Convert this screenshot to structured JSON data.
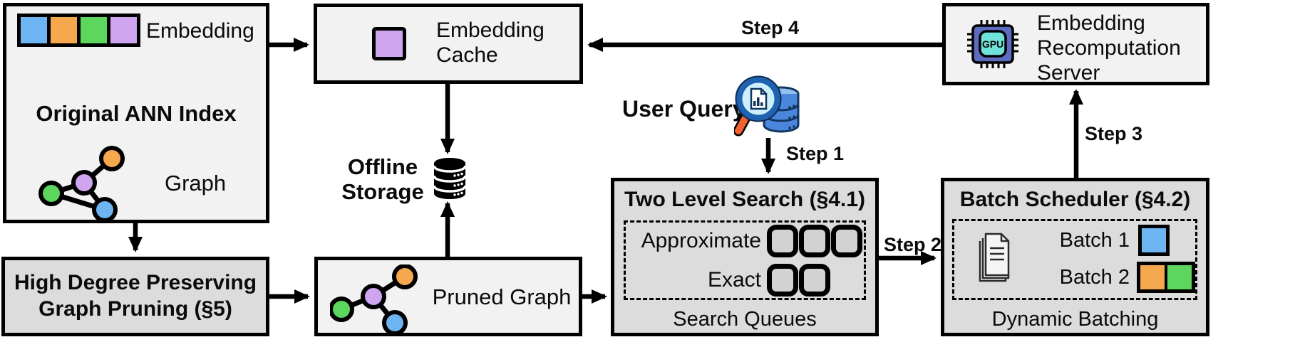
{
  "palette": {
    "blue": "#6db5f2",
    "orange": "#f6a84e",
    "green": "#5cd65c",
    "purple": "#cfa5ef",
    "box_light": "#f2f2f2",
    "box_gray": "#dcdcdc",
    "gpu_body": "#5d6cc0",
    "gpu_core": "#6fe3da",
    "magnifier_handle": "#f2622e",
    "query_db_blue": "#4a86dc"
  },
  "original_ann_index": {
    "title": "Original ANN Index",
    "embedding_label": "Embedding",
    "graph_label": "Graph"
  },
  "embedding_cache": {
    "label": "Embedding Cache"
  },
  "offline_storage": {
    "label": "Offline Storage"
  },
  "user_query": {
    "label": "User Query"
  },
  "recomputation_server": {
    "label": "Embedding Recomputation Server",
    "gpu_chip_label": "GPU"
  },
  "graph_pruning": {
    "label": "High Degree Preserving Graph Pruning (§5)"
  },
  "pruned_graph": {
    "label": "Pruned Graph"
  },
  "two_level_search": {
    "title": "Two Level Search (§4.1)",
    "row1_label": "Approximate",
    "row1_queue_count": 3,
    "row2_label": "Exact",
    "row2_queue_count": 2,
    "caption": "Search Queues"
  },
  "batch_scheduler": {
    "title": "Batch Scheduler (§4.2)",
    "batch1_label": "Batch 1",
    "batch1_colors": [
      "blue"
    ],
    "batch2_label": "Batch 2",
    "batch2_colors": [
      "orange",
      "green"
    ],
    "caption": "Dynamic Batching"
  },
  "steps": {
    "s1": "Step 1",
    "s2": "Step 2",
    "s3": "Step 3",
    "s4": "Step 4"
  }
}
